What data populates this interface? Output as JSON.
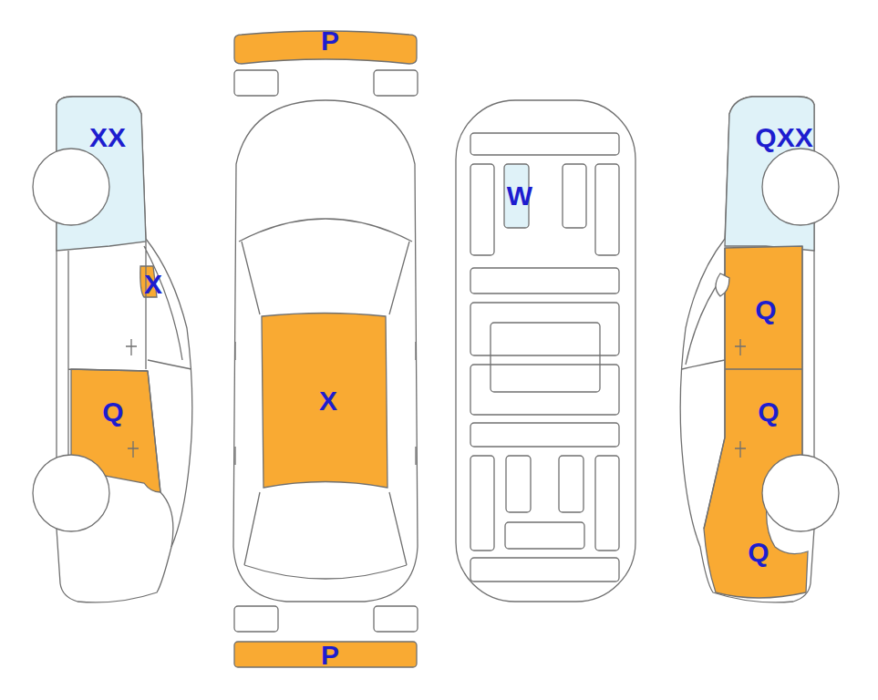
{
  "diagram": {
    "labels": [
      "P",
      "XX",
      "QXX",
      "W",
      "X",
      "Q",
      "X",
      "Q",
      "Q",
      "Q",
      "P"
    ]
  }
}
